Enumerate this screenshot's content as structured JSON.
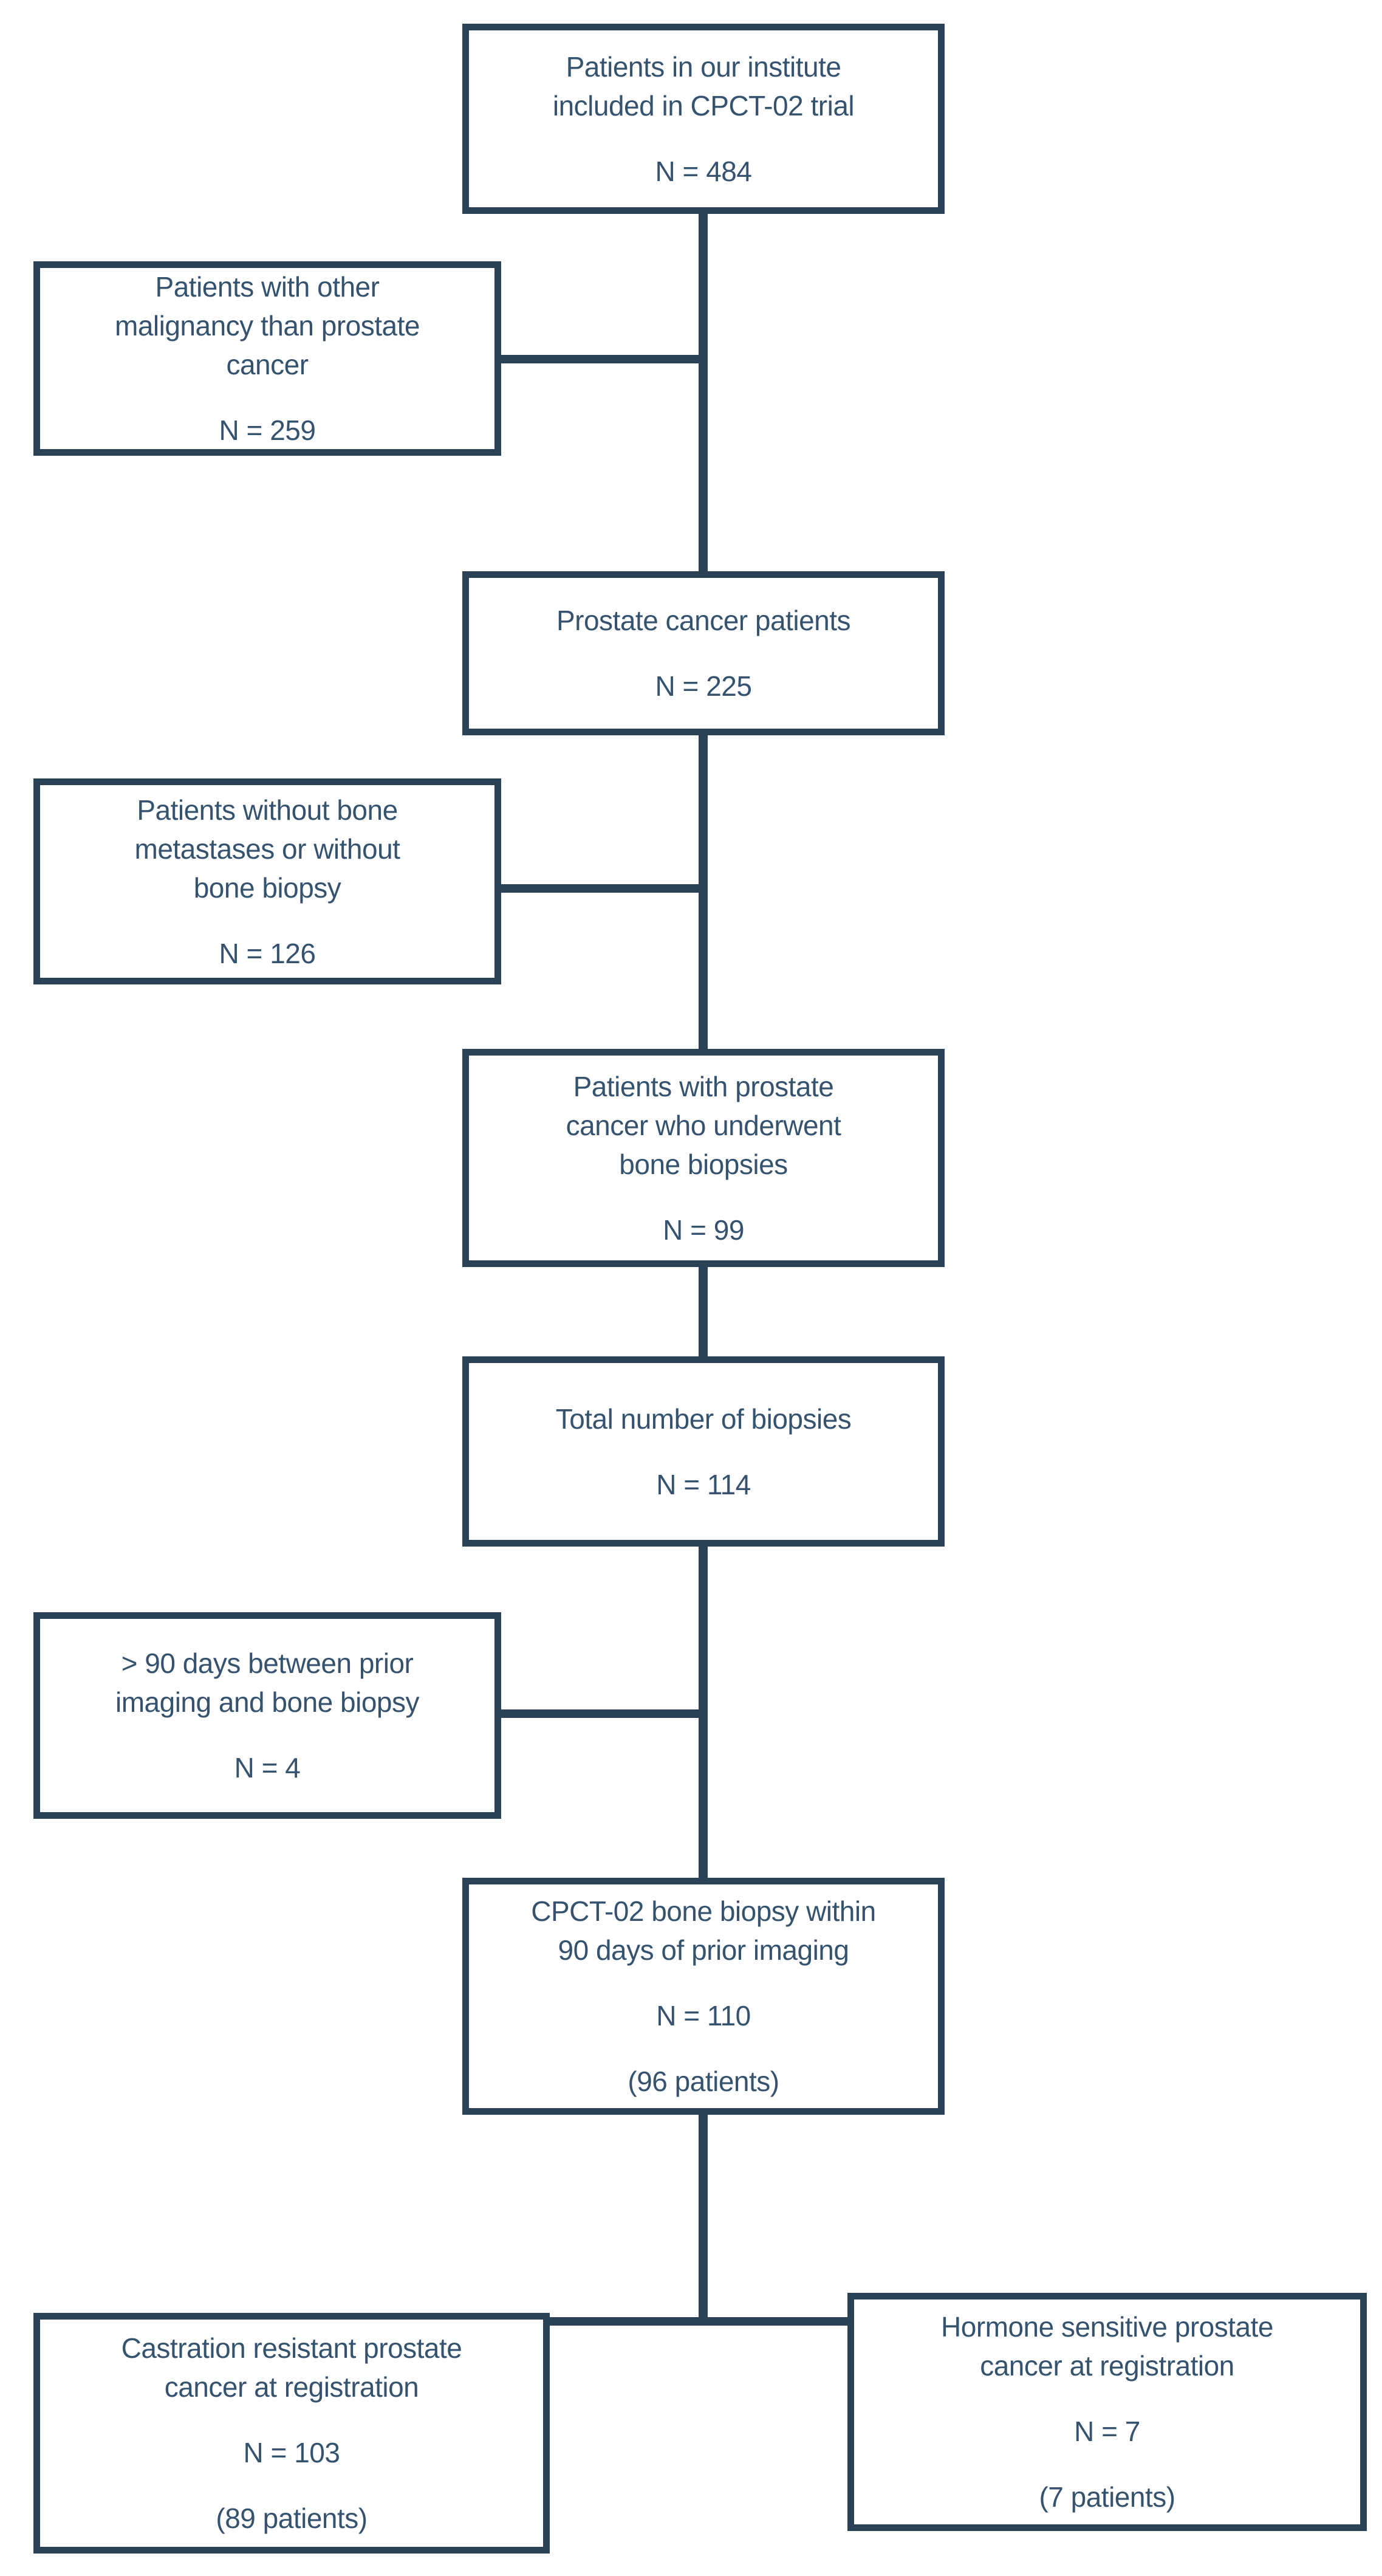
{
  "diagram": {
    "type": "patient-flowchart",
    "colors": {
      "line": "#2b4156",
      "text": "#35536f",
      "background": "#ffffff"
    },
    "boxes": [
      {
        "name": "institute",
        "label": "Patients in our institute included in CPCT-02 trial",
        "n": "N = 484"
      },
      {
        "name": "other-malignancy",
        "label": "Patients with other malignancy than prostate cancer",
        "n": "N = 259"
      },
      {
        "name": "prostate-cancer-patients",
        "label": "Prostate cancer patients",
        "n": "N = 225"
      },
      {
        "name": "no-bone-metastases-or-biopsy",
        "label": "Patients without bone metastases or without bone biopsy",
        "n": "N = 126"
      },
      {
        "name": "underwent-bone-biopsies",
        "label": "Patients with prostate cancer who underwent bone biopsies",
        "n": "N = 99"
      },
      {
        "name": "total-biopsies",
        "label": "Total number of biopsies",
        "n": "N = 114"
      },
      {
        "name": "over-90-days",
        "label": "> 90 days between prior imaging and bone biopsy",
        "n": "N = 4"
      },
      {
        "name": "within-90-days",
        "label": "CPCT-02 bone biopsy within 90 days of prior imaging",
        "n": "N = 110",
        "patients": "(96 patients)"
      },
      {
        "name": "castration-resistant",
        "label": "Castration resistant prostate cancer at registration",
        "n": "N = 103",
        "patients": "(89 patients)"
      },
      {
        "name": "hormone-sensitive",
        "label": "Hormone sensitive prostate cancer at registration",
        "n": "N = 7",
        "patients": "(7 patients)"
      }
    ]
  }
}
